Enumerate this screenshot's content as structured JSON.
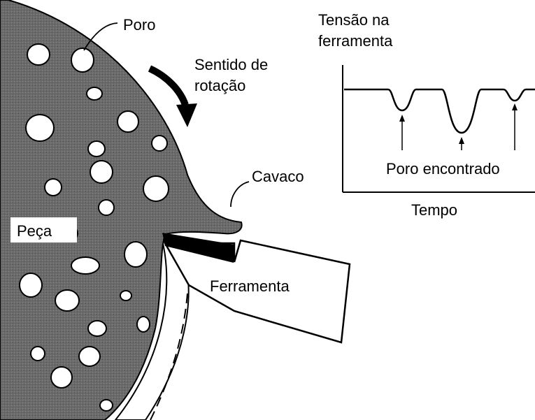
{
  "labels": {
    "pore": "Poro",
    "rotation_line1": "Sentido de",
    "rotation_line2": "rotação",
    "chip": "Cavaco",
    "workpiece": "Peça",
    "tool": "Ferramenta",
    "graph_ylabel_line1": "Tensão na",
    "graph_ylabel_line2": "ferramenta",
    "graph_xlabel": "Tempo",
    "graph_annotation": "Poro encontrado"
  },
  "colors": {
    "workpiece_fill": "#6b6b6b",
    "ink": "#000000",
    "background": "#ffffff"
  }
}
